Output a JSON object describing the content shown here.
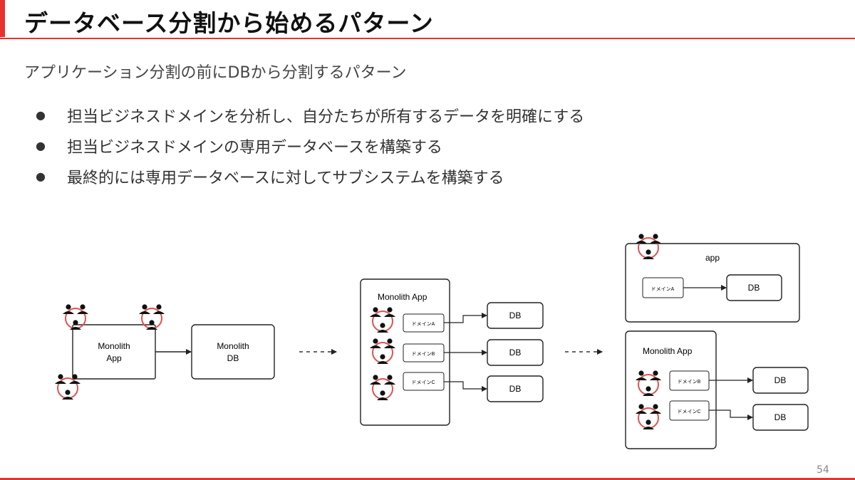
{
  "slide": {
    "title": "データベース分割から始めるパターン",
    "subtitle": "アプリケーション分割の前にDBから分割するパターン",
    "bullets": [
      "担当ビジネスドメインを分析し、自分たちが所有するデータを明確にする",
      "担当ビジネスドメインの専用データベースを構築する",
      "最終的には専用データベースに対してサブシステムを構築する"
    ],
    "page_number": "54",
    "accent_color": "#e8322f"
  },
  "diagram": {
    "stage1": {
      "app_line1": "Monolith",
      "app_line2": "App",
      "db_line1": "Monolith",
      "db_line2": "DB"
    },
    "stage2": {
      "app_label": "Monolith App",
      "domains": [
        "ドメインA",
        "ドメインB",
        "ドメインC"
      ],
      "dbs": [
        "DB",
        "DB",
        "DB"
      ]
    },
    "stage3": {
      "app_label": "app",
      "domain_a": "ドメインA",
      "db_a": "DB",
      "monolith_label": "Monolith App",
      "domains": [
        "ドメインB",
        "ドメインC"
      ],
      "dbs": [
        "DB",
        "DB"
      ]
    },
    "icons": {
      "team": "team-icon",
      "arrow": "arrow-icon",
      "transition": "dashed-arrow-icon"
    }
  }
}
